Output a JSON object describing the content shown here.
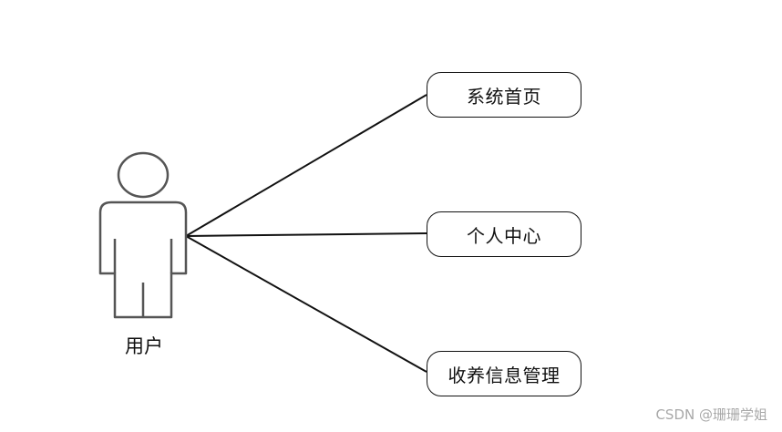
{
  "diagram": {
    "actor": {
      "label": "用户"
    },
    "use_cases": [
      {
        "label": "系统首页"
      },
      {
        "label": "个人中心"
      },
      {
        "label": "收养信息管理"
      }
    ]
  },
  "watermark": {
    "text": "CSDN @珊珊学姐"
  },
  "colors": {
    "stroke": "#111111",
    "actor_stroke": "#555555",
    "watermark": "#a8a8a8",
    "background": "#ffffff"
  }
}
